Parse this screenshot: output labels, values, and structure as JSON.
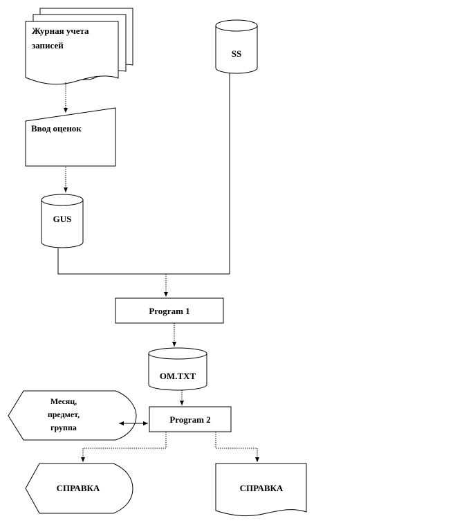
{
  "nodes": {
    "journal": {
      "line1": "Журная учета",
      "line2": "записей"
    },
    "ss": {
      "label": "SS"
    },
    "input": {
      "label": "Ввод оценок"
    },
    "gus": {
      "label": "GUS"
    },
    "program1": {
      "label": "Program 1"
    },
    "omtxt": {
      "label": "OM.TXT"
    },
    "params": {
      "line1": "Месяц,",
      "line2": "предмет,",
      "line3": "группа"
    },
    "program2": {
      "label": "Program 2"
    },
    "display_report": {
      "label": "СПРАВКА"
    },
    "printed_report": {
      "label": "СПРАВКА"
    }
  }
}
